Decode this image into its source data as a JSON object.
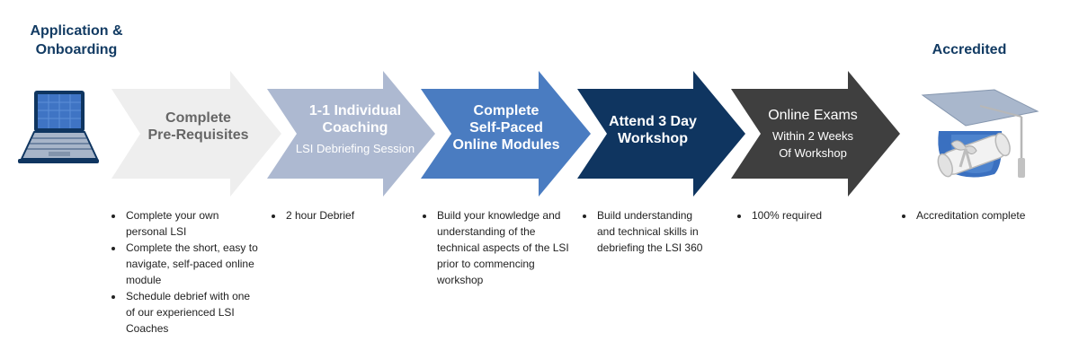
{
  "start": {
    "title_line1": "Application &",
    "title_line2": "Onboarding",
    "icon": "laptop-icon"
  },
  "end": {
    "title": "Accredited",
    "icon": "graduation-cap-diploma-icon"
  },
  "steps": [
    {
      "title_lines": [
        "Complete",
        "Pre-Requisites"
      ],
      "subtitle_lines": [],
      "color": "#eeeeee",
      "text_color": "#666666",
      "bullets": [
        "Complete your own personal LSI",
        "Complete the short, easy to navigate, self-paced online module",
        "Schedule debrief with one of our experienced LSI Coaches"
      ]
    },
    {
      "title_lines": [
        "1-1 Individual",
        "Coaching"
      ],
      "subtitle_lines": [
        "LSI Debriefing Session"
      ],
      "color": "#adb9d1",
      "text_color": "#ffffff",
      "bullets": [
        "2 hour Debrief"
      ]
    },
    {
      "title_lines": [
        "Complete",
        "Self-Paced",
        "Online Modules"
      ],
      "subtitle_lines": [],
      "color": "#4a7cc1",
      "text_color": "#ffffff",
      "bullets": [
        "Build your knowledge and understanding of the technical aspects of the LSI prior to commencing workshop"
      ]
    },
    {
      "title_lines": [
        "Attend 3 Day",
        "Workshop"
      ],
      "subtitle_lines": [],
      "color": "#0f3560",
      "text_color": "#ffffff",
      "bullets": [
        "Build understanding and technical skills in debriefing the LSI 360"
      ]
    },
    {
      "title_lines": [
        "Online Exams"
      ],
      "subtitle_lines": [
        "Within 2 Weeks",
        "Of Workshop"
      ],
      "color": "#3f3f3f",
      "text_color": "#ffffff",
      "bullets": [
        "100% required"
      ]
    }
  ],
  "end_bullets": [
    "Accreditation complete"
  ]
}
